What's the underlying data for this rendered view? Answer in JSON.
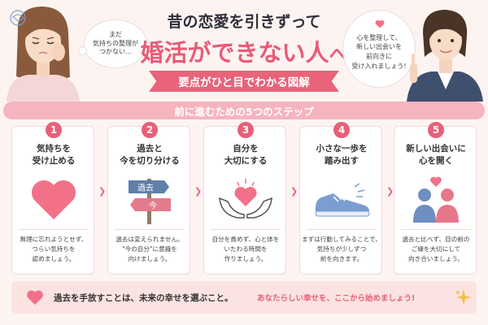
{
  "header": {
    "title_line1": "昔の恋愛を引きずって",
    "title_line2_main": "婚活ができない人",
    "title_line2_tail": "へ",
    "ribbon": "要点がひと目でわかる図解"
  },
  "bubbles": {
    "left": [
      "まだ",
      "気持ちの整理が",
      "つかない…"
    ],
    "right": [
      "心を整理して、",
      "新しい出会いを",
      "前向きに",
      "受け入れましょう!"
    ]
  },
  "steps_banner": "前に進むための5つのステップ",
  "steps": [
    {
      "num": "1",
      "title": [
        "気持ちを",
        "受け止める"
      ],
      "desc": [
        "無理に忘れようとせず、",
        "つらい気持ちを",
        "認めましょう。"
      ]
    },
    {
      "num": "2",
      "title": [
        "過去と",
        "今を切り分ける"
      ],
      "desc": [
        "過去は変えられません。",
        "\"今の自分\"に意識を",
        "向けましょう。"
      ],
      "signs": [
        "過去",
        "今"
      ]
    },
    {
      "num": "3",
      "title": [
        "自分を",
        "大切にする"
      ],
      "desc": [
        "自分を責めず、心と体を",
        "いたわる時間を",
        "作りましょう。"
      ]
    },
    {
      "num": "4",
      "title": [
        "小さな一歩を",
        "踏み出す"
      ],
      "desc": [
        "まずは行動してみることで、",
        "気持ちが少しずつ",
        "前を向きます。"
      ]
    },
    {
      "num": "5",
      "title": [
        "新しい出会いに",
        "心を開く"
      ],
      "desc": [
        "過去と比べず、目の前の",
        "ご縁を大切にして",
        "向き合いましょう。"
      ]
    }
  ],
  "footer": {
    "main": "過去を手放すことは、未来の幸せを選ぶこと。",
    "accent": "あなたらしい幸せを、ここから始めましょう!"
  },
  "colors": {
    "accent": "#e9637a",
    "heart": "#f27088",
    "banner": "#f6b4be",
    "background": "#fdf4f1",
    "sign_blue": "#5f7fa8",
    "sign_pink": "#e37b8b",
    "shoe": "#7a9ed0"
  }
}
